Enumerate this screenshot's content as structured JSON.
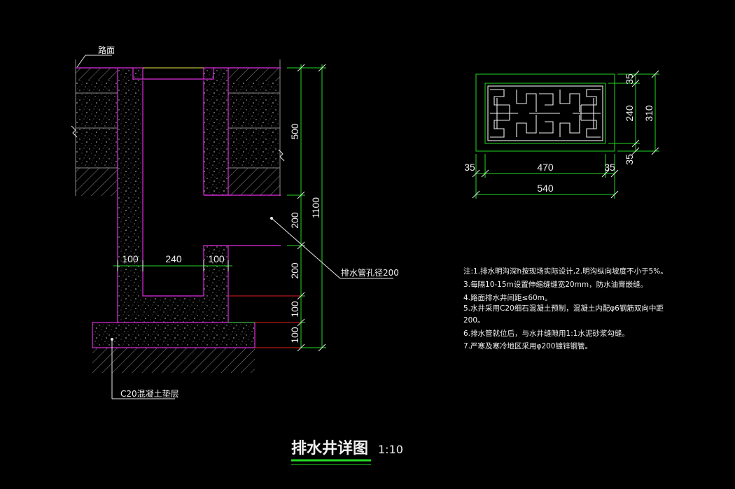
{
  "drawing": {
    "title": "排水井详图",
    "scale": "1:10",
    "colors": {
      "background": "#000000",
      "wall": "#e02de0",
      "dimension": "#22d822",
      "leader": "#e02020",
      "text": "#f0f0f0",
      "title_underline": "#22d822"
    }
  },
  "section": {
    "road_surface_label": "路面",
    "pipe_label": "排水管孔径200",
    "base_label": "C20混凝土垫层",
    "horizontal_dims": [
      "100",
      "240",
      "100"
    ],
    "vertical_dims": [
      "500",
      "200",
      "200",
      "100",
      "100"
    ],
    "total_dim": "1100"
  },
  "grate": {
    "width_dims": [
      "35",
      "470",
      "35"
    ],
    "total_width": "540",
    "height_dims": [
      "35",
      "240",
      "35"
    ],
    "total_height": "310"
  },
  "notes": [
    "注:1.排水明沟深h按现场实际设计,2.明沟纵向坡度不小于5%。",
    "3.每隔10-15m设置伸缩缝缝宽20mm，防水油膏嵌缝。",
    "4.路面排水井间距≤60m。",
    "5.水井采用C20细石混凝土预制，混凝土内配φ6钢筋双向中距",
    "200。",
    "6.排水管就位后，与水井缝隙用1:1水泥砂浆勾缝。",
    "7.严寒及寒冷地区采用φ200镀锌钢管。"
  ]
}
